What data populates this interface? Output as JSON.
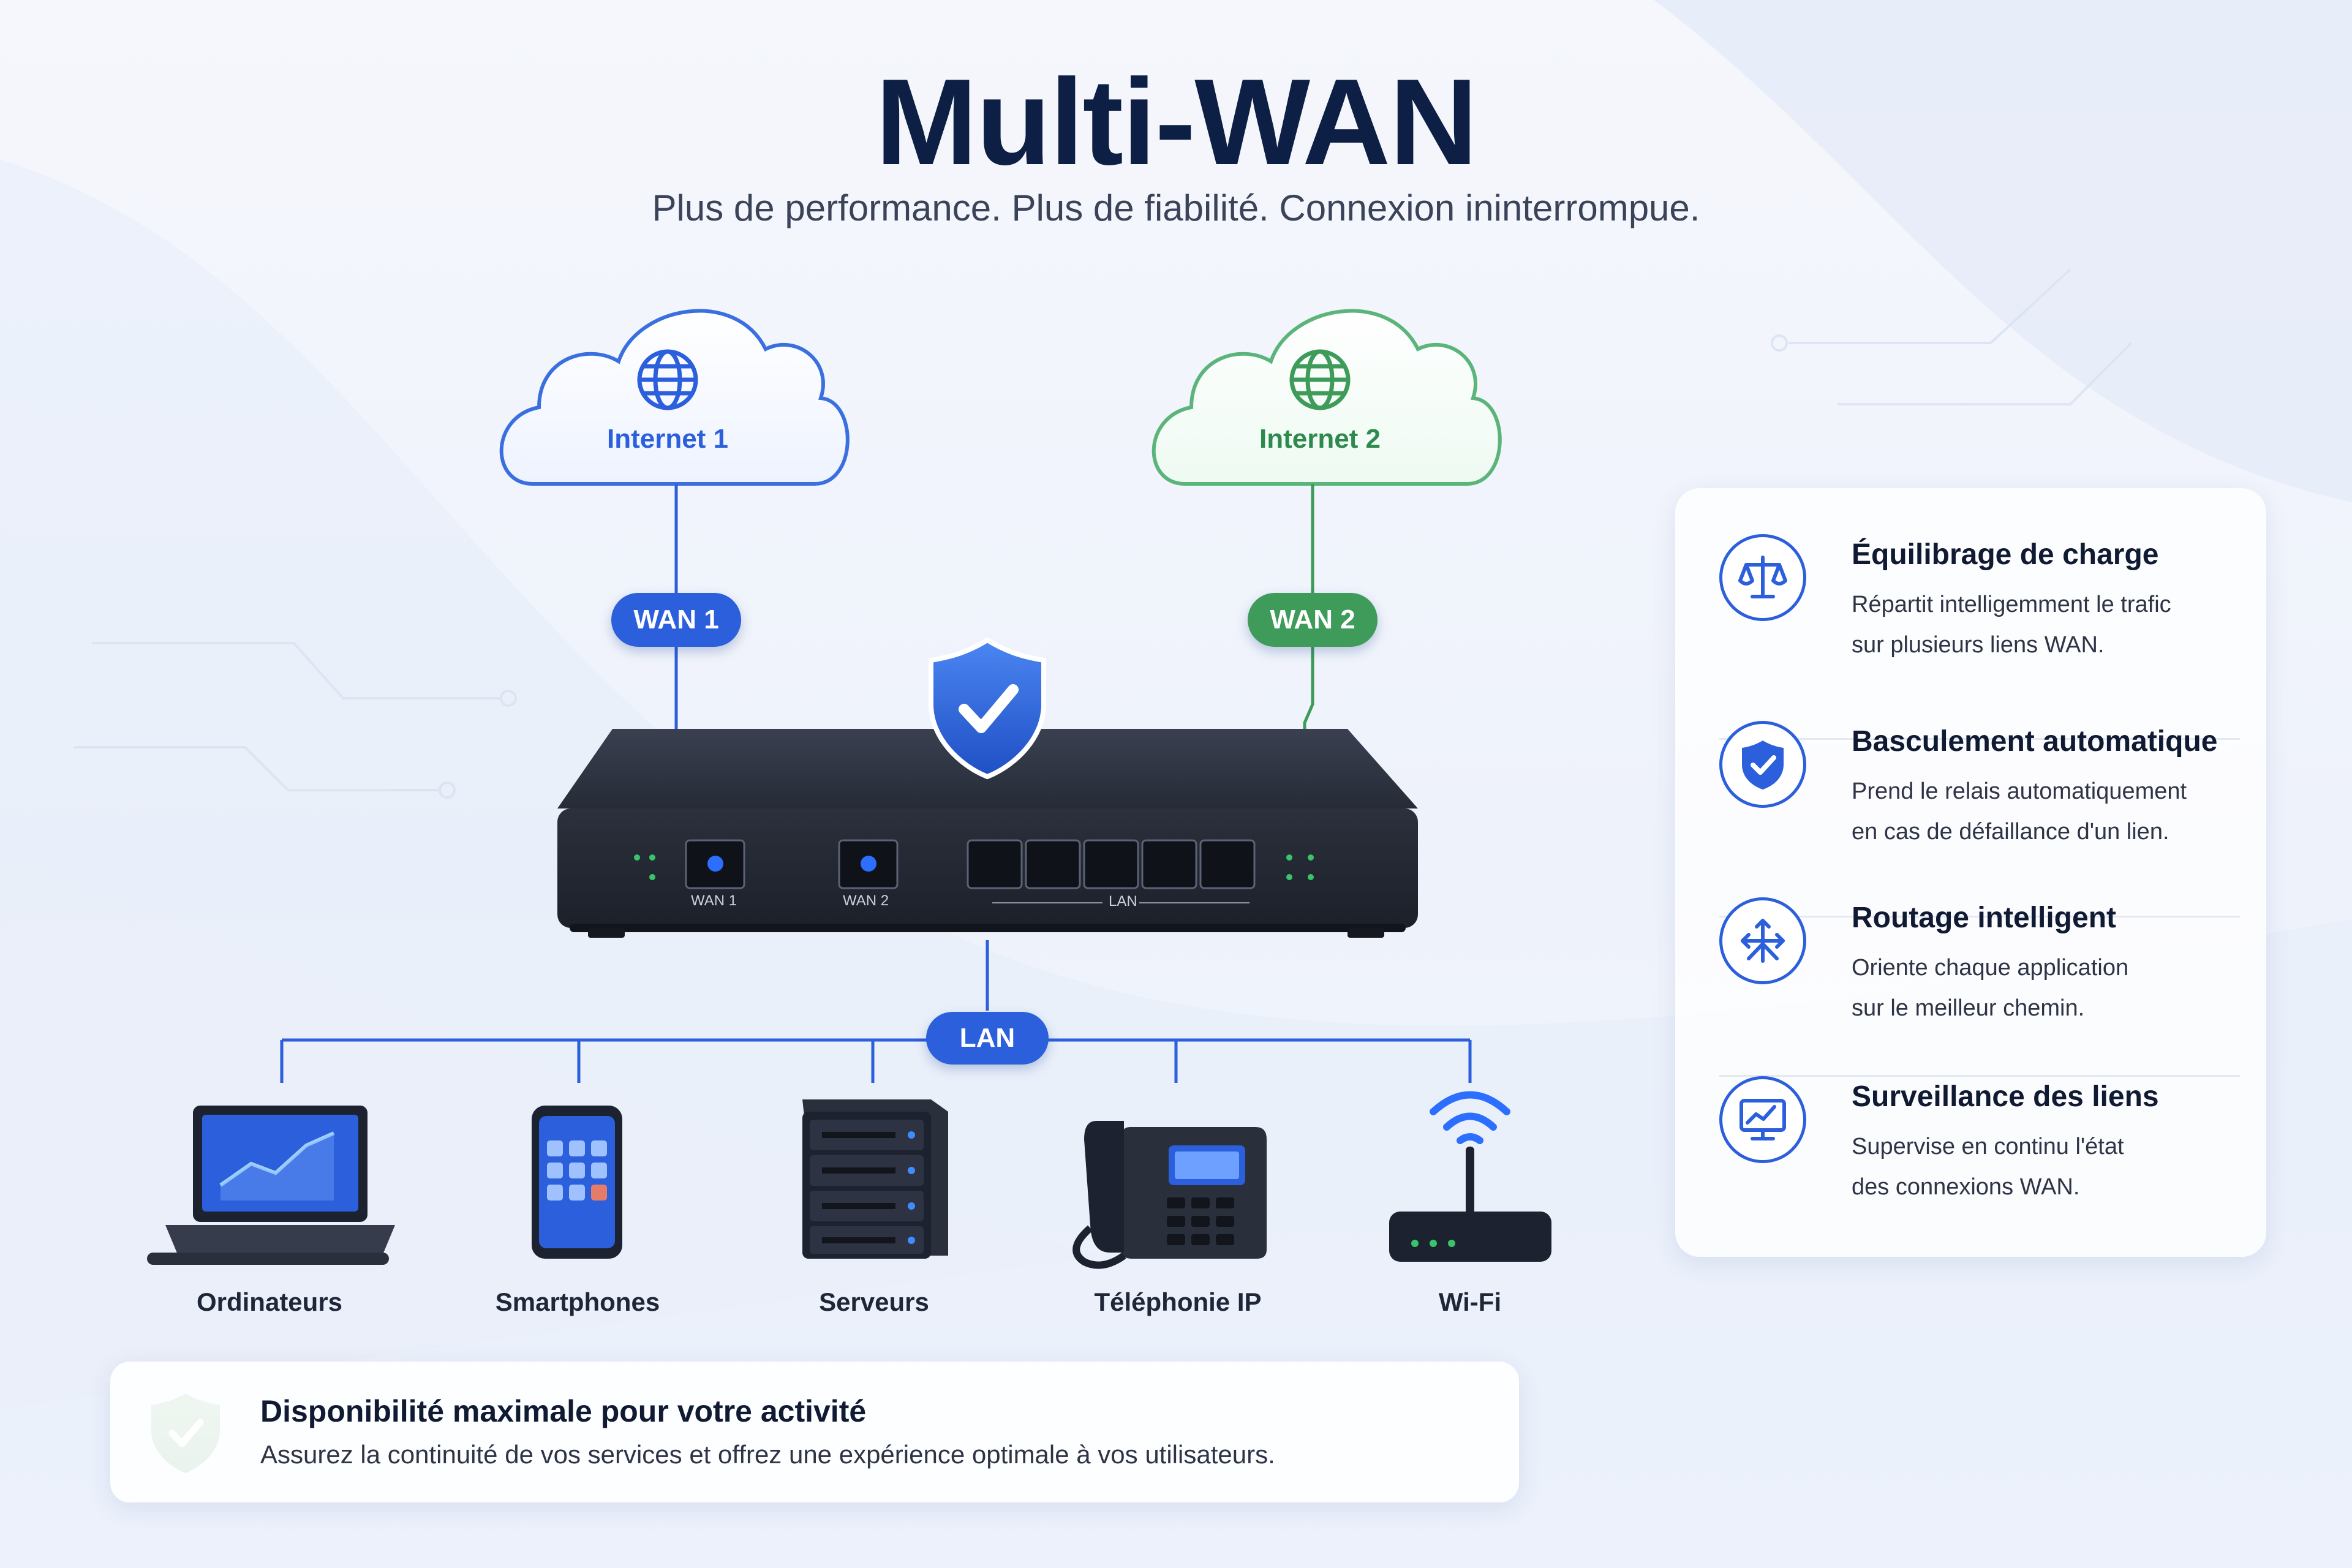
{
  "title": "Multi-WAN",
  "subtitle": "Plus de performance. Plus de fiabilité. Connexion ininterrompue.",
  "colors": {
    "primary_blue": "#2c5fdc",
    "wan2_green": "#3e9b5a",
    "navy_title": "#0d1f44",
    "router_body": "#2a2f3b"
  },
  "internet1": {
    "label": "Internet 1",
    "icon": "globe-icon"
  },
  "internet2": {
    "label": "Internet 2",
    "icon": "globe-icon"
  },
  "wan1": {
    "label": "WAN 1"
  },
  "wan2": {
    "label": "WAN 2"
  },
  "router": {
    "icon": "shield-check-icon",
    "port_wan1": "WAN 1",
    "port_wan2": "WAN 2",
    "port_lan": "LAN"
  },
  "lan": {
    "label": "LAN"
  },
  "devices": [
    {
      "label": "Ordinateurs",
      "icon": "laptop-icon"
    },
    {
      "label": "Smartphones",
      "icon": "smartphone-icon"
    },
    {
      "label": "Serveurs",
      "icon": "server-icon"
    },
    {
      "label": "Téléphonie IP",
      "icon": "ip-phone-icon"
    },
    {
      "label": "Wi-Fi",
      "icon": "wifi-router-icon"
    }
  ],
  "features": [
    {
      "title": "Équilibrage de charge",
      "desc_line1": "Répartit intelligemment le trafic",
      "desc_line2": "sur plusieurs liens WAN.",
      "icon": "balance-scale-icon"
    },
    {
      "title": "Basculement automatique",
      "desc_line1": "Prend le relais automatiquement",
      "desc_line2": "en cas de défaillance d'un lien.",
      "icon": "shield-check-icon"
    },
    {
      "title": "Routage intelligent",
      "desc_line1": "Oriente chaque application",
      "desc_line2": "sur le meilleur chemin.",
      "icon": "routing-arrows-icon"
    },
    {
      "title": "Surveillance des liens",
      "desc_line1": "Supervise en continu l'état",
      "desc_line2": "des connexions WAN.",
      "icon": "monitor-chart-icon"
    }
  ],
  "footer": {
    "title": "Disponibilité maximale pour votre activité",
    "desc": "Assurez la continuité de vos services et offrez une expérience optimale à vos utilisateurs.",
    "icon": "shield-check-icon"
  }
}
